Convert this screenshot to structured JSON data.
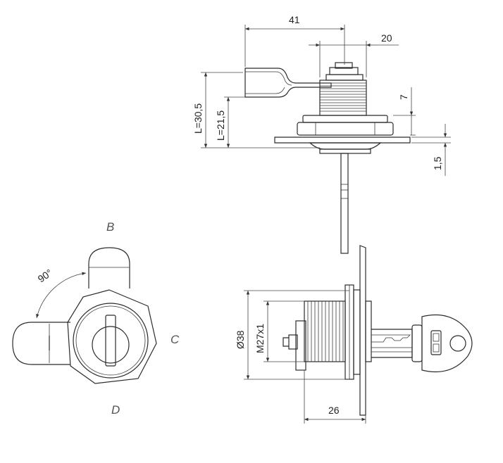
{
  "labels": {
    "b": "B",
    "c": "C",
    "d": "D",
    "angle": "90°"
  },
  "dimensions": {
    "d41": "41",
    "d20": "20",
    "d7": "7",
    "d15": "1,5",
    "l305": "L=30,5",
    "l215": "L=21,5",
    "d38": "Ø38",
    "m27": "M27x1",
    "d26": "26"
  },
  "colors": {
    "line": "#2b2b2b",
    "label": "#555555"
  }
}
